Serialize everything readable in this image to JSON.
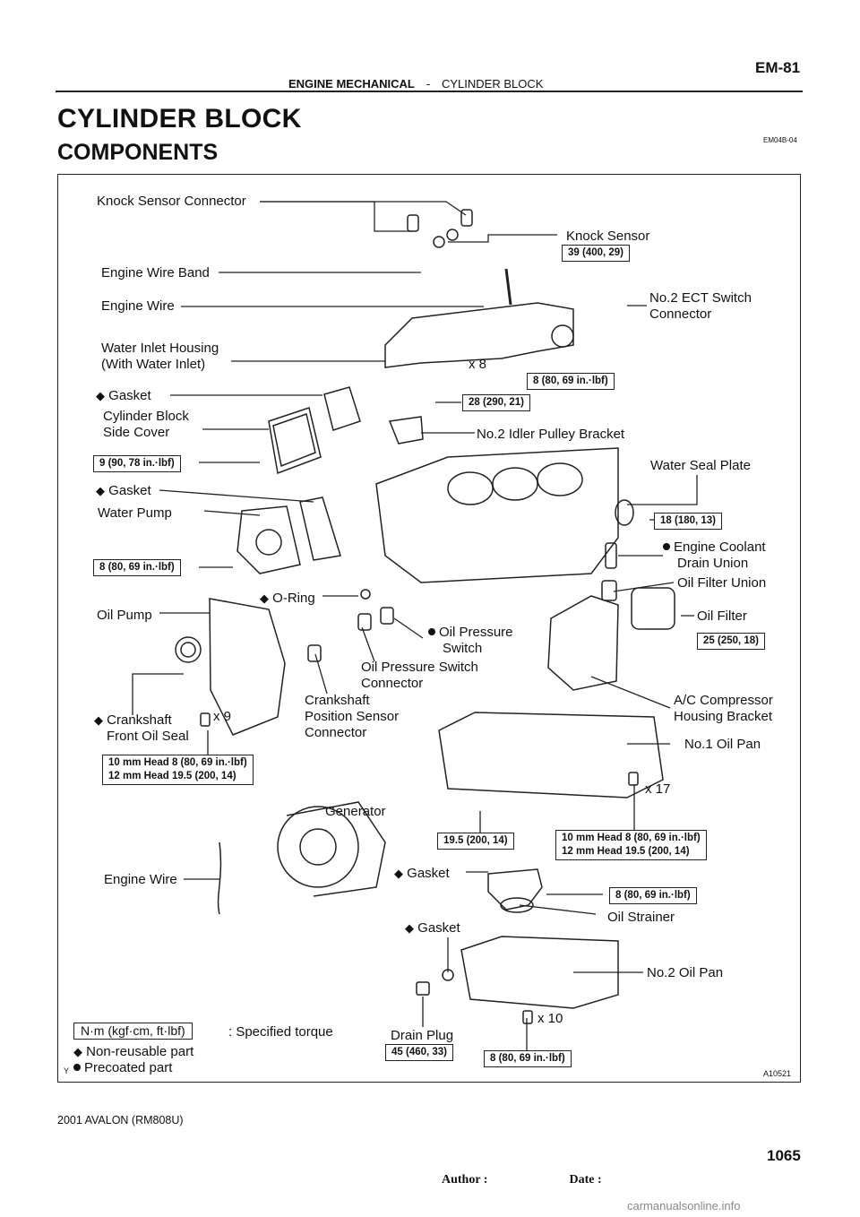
{
  "header": {
    "section": "ENGINE MECHANICAL",
    "separator": "-",
    "subsection": "CYLINDER BLOCK",
    "page_code": "EM-81"
  },
  "title": "CYLINDER BLOCK",
  "subtitle": "COMPONENTS",
  "doc_id": "EM04B-04",
  "labels": {
    "knock_sensor_connector": "Knock Sensor Connector",
    "knock_sensor": "Knock Sensor",
    "engine_wire_band": "Engine Wire Band",
    "engine_wire": "Engine Wire",
    "no2_ect_1": "No.2 ECT Switch",
    "no2_ect_2": "Connector",
    "water_inlet_1": "Water Inlet Housing",
    "water_inlet_2": "(With Water Inlet)",
    "x8": "x 8",
    "gasket1": "Gasket",
    "cyl_cover_1": "Cylinder Block",
    "cyl_cover_2": "Side Cover",
    "no2_idler": "No.2 Idler Pulley Bracket",
    "water_seal_plate": "Water Seal Plate",
    "gasket2": "Gasket",
    "water_pump": "Water Pump",
    "coolant_1": "Engine Coolant",
    "coolant_2": "Drain Union",
    "o_ring": "O-Ring",
    "oil_filter_union": "Oil Filter Union",
    "oil_pump": "Oil Pump",
    "oil_filter": "Oil Filter",
    "ops_1": "Oil Pressure",
    "ops_2": "Switch",
    "opsc_1": "Oil Pressure Switch",
    "opsc_2": "Connector",
    "ac_1": "A/C Compressor",
    "ac_2": "Housing Bracket",
    "cps_1": "Crankshaft",
    "cps_2": "Position Sensor",
    "cps_3": "Connector",
    "seal_1": "Crankshaft",
    "seal_2": "Front Oil Seal",
    "x9": "x 9",
    "no1_oil_pan": "No.1 Oil Pan",
    "x17": "x 17",
    "generator": "Generator",
    "engine_wire2": "Engine Wire",
    "gasket3": "Gasket",
    "oil_strainer": "Oil Strainer",
    "gasket4": "Gasket",
    "no2_oil_pan": "No.2 Oil Pan",
    "x10": "x 10",
    "drain_plug": "Drain Plug",
    "corner_code": "A10521",
    "corner_y": "Y"
  },
  "torques": {
    "t39": "39 (400, 29)",
    "t8a": "8 (80, 69 in.·lbf)",
    "t28": "28 (290, 21)",
    "t9": "9 (90, 78 in.·lbf)",
    "t18": "18 (180, 13)",
    "t8b": "8 (80, 69 in.·lbf)",
    "t25": "25 (250, 18)",
    "t10a_1": "10 mm Head 8 (80, 69 in.·lbf)",
    "t10a_2": "12 mm Head 19.5 (200, 14)",
    "t195": "19.5 (200, 14)",
    "t10b_1": "10 mm Head 8 (80, 69 in.·lbf)",
    "t10b_2": "12 mm Head 19.5 (200, 14)",
    "t8c": "8 (80, 69 in.·lbf)",
    "t45": "45 (460, 33)",
    "t8d": "8 (80, 69 in.·lbf)"
  },
  "legend": {
    "torque_box": "N·m (kgf·cm, ft·lbf)",
    "torque_text": ": Specified torque",
    "nonreusable": "Non-reusable part",
    "precoated": "Precoated part"
  },
  "footer": {
    "model": "2001 AVALON   (RM808U)",
    "author": "Author :",
    "date": "Date :",
    "page_number": "1065",
    "watermark": "carmanualsonline.info"
  }
}
